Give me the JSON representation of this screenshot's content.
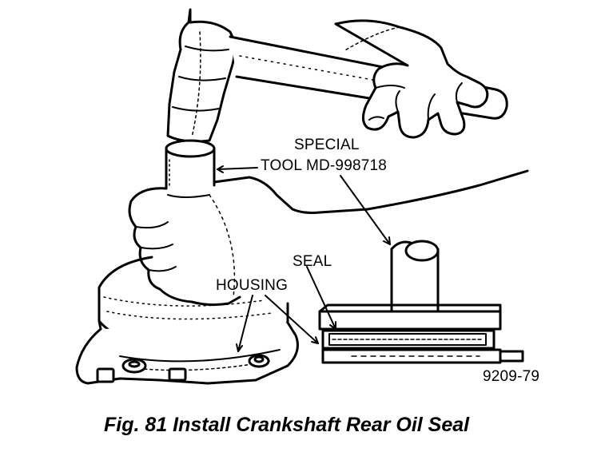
{
  "figure": {
    "caption": "Fig. 81 Install Crankshaft Rear Oil Seal",
    "figure_code": "9209-79"
  },
  "callouts": {
    "special_tool_line1": "SPECIAL",
    "special_tool_line2": "TOOL MD-998718",
    "seal": "SEAL",
    "housing": "HOUSING"
  }
}
